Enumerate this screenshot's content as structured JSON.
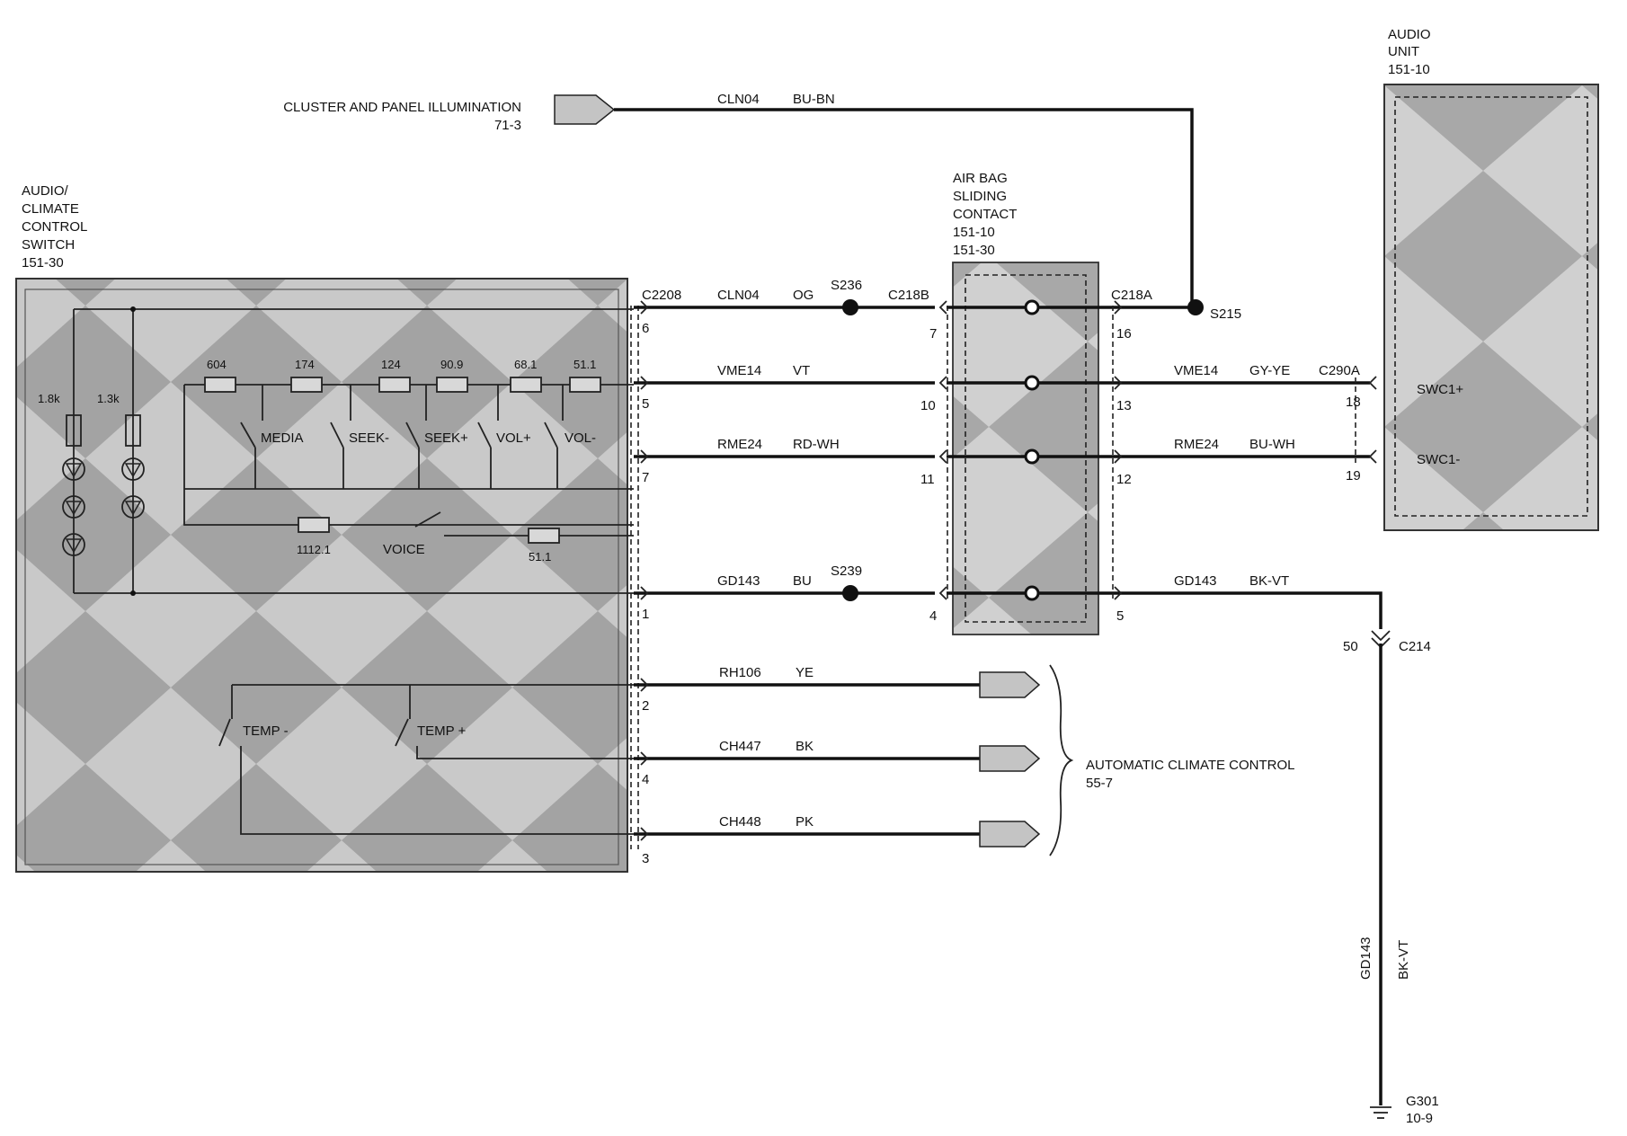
{
  "components": {
    "switch": {
      "name_lines": [
        "AUDIO/",
        "CLIMATE",
        "CONTROL",
        "SWITCH",
        "151-30"
      ]
    },
    "airbag": {
      "name_lines": [
        "AIR BAG",
        "SLIDING",
        "CONTACT",
        "151-10",
        "151-30"
      ]
    },
    "audio_unit": {
      "name_lines": [
        "AUDIO",
        "UNIT",
        "151-10"
      ]
    }
  },
  "inputs": {
    "cluster_label": "CLUSTER AND PANEL ILLUMINATION",
    "cluster_ref": "71-3",
    "cluster_circuit": "CLN04",
    "cluster_color": "BU-BN",
    "acc_label": "AUTOMATIC CLIMATE CONTROL",
    "acc_ref": "55-7"
  },
  "connectors": {
    "c2208": "C2208",
    "c218b": "C218B",
    "c218a": "C218A",
    "c290a": "C290A",
    "c214": "C214",
    "c214_pin": "50"
  },
  "splices": {
    "s236": "S236",
    "s215": "S215",
    "s239": "S239"
  },
  "ground": {
    "name": "G301",
    "ref": "10-9"
  },
  "wires_left": [
    {
      "circuit": "CLN04",
      "color": "OG",
      "pin_switch": "6",
      "pin_airbag": "7",
      "pin_airbag_right": "16"
    },
    {
      "circuit": "VME14",
      "color": "VT",
      "pin_switch": "5",
      "pin_airbag": "10",
      "pin_airbag_right": "13"
    },
    {
      "circuit": "RME24",
      "color": "RD-WH",
      "pin_switch": "7",
      "pin_airbag": "11",
      "pin_airbag_right": "12"
    },
    {
      "circuit": "GD143",
      "color": "BU",
      "pin_switch": "1",
      "pin_airbag": "4",
      "pin_airbag_right": "5"
    },
    {
      "circuit": "RH106",
      "color": "YE",
      "pin_switch": "2"
    },
    {
      "circuit": "CH447",
      "color": "BK",
      "pin_switch": "4"
    },
    {
      "circuit": "CH448",
      "color": "PK",
      "pin_switch": "3"
    }
  ],
  "wires_right": [
    {
      "circuit": "VME14",
      "color": "GY-YE",
      "pin_audio": "18",
      "signal": "SWC1+"
    },
    {
      "circuit": "RME24",
      "color": "BU-WH",
      "pin_audio": "19",
      "signal": "SWC1-"
    },
    {
      "circuit": "GD143",
      "color": "BK-VT"
    }
  ],
  "ground_wire": {
    "circuit": "GD143",
    "color": "BK-VT"
  },
  "resistors": [
    "604",
    "174",
    "124",
    "90.9",
    "68.1",
    "51.1"
  ],
  "led_resistors": [
    "1.8k",
    "1.3k"
  ],
  "voice_resistors": [
    "1112.1",
    "51.1"
  ],
  "switches": [
    "MEDIA",
    "SEEK-",
    "SEEK+",
    "VOL+",
    "VOL-",
    "VOICE",
    "TEMP -",
    "TEMP +"
  ],
  "colors": {
    "ink": "#111111",
    "box_fill": "#bdbdbd",
    "box_dark": "#8f8f8f"
  }
}
